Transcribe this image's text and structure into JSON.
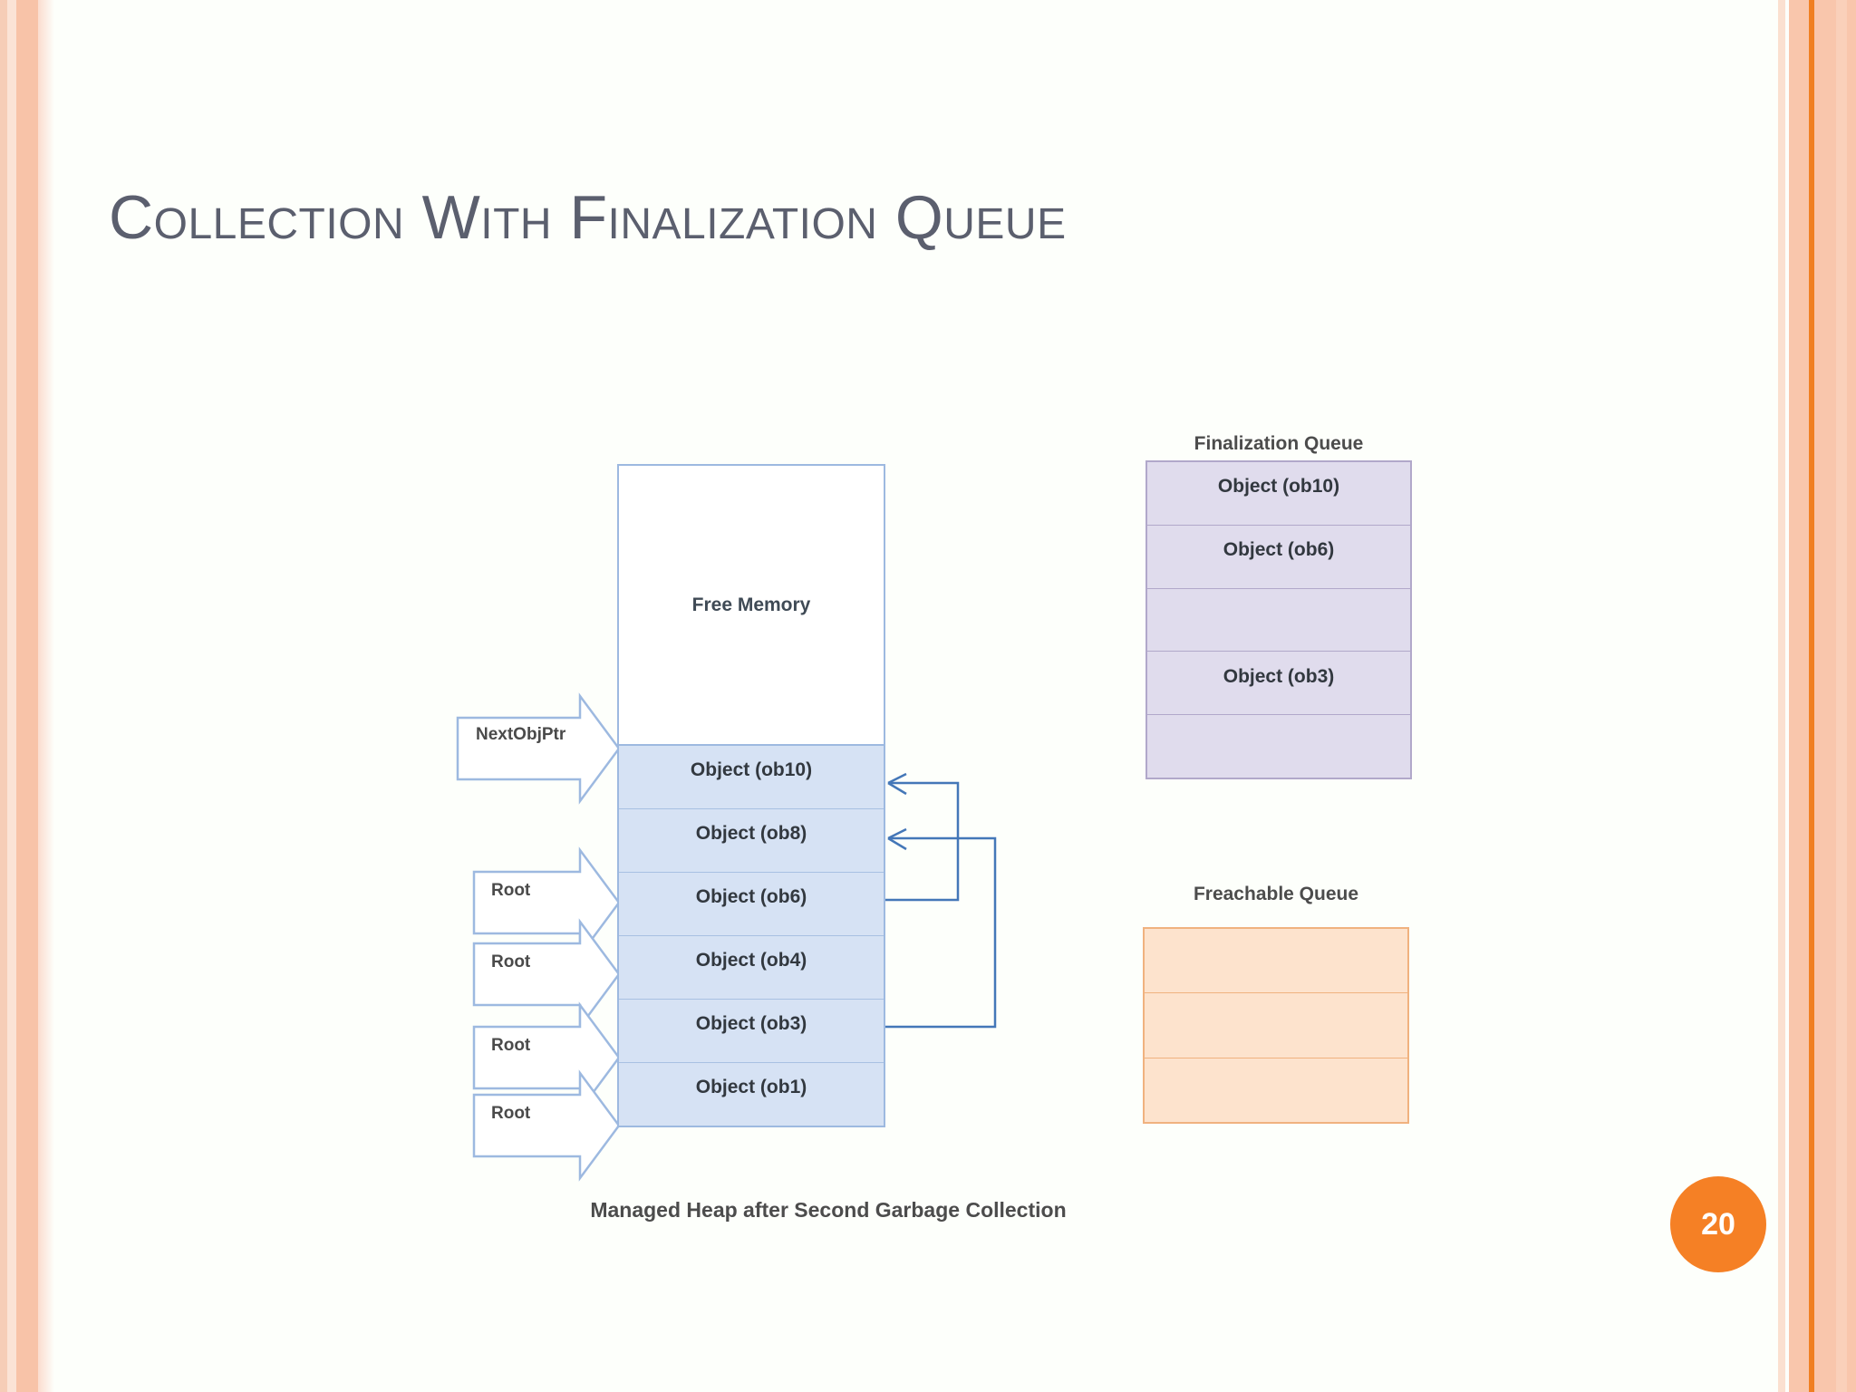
{
  "slide": {
    "title": "Collection With Finalization Queue",
    "page_number": "20",
    "caption": "Managed Heap after Second Garbage Collection",
    "background_color": "#fdfffb",
    "title_color": "#5b5f6e",
    "badge_color": "#f58025"
  },
  "heap": {
    "free_memory_label": "Free Memory",
    "objects": [
      {
        "label": "Object (ob10)"
      },
      {
        "label": "Object (ob8)"
      },
      {
        "label": "Object (ob6)"
      },
      {
        "label": "Object (ob4)"
      },
      {
        "label": "Object (ob3)"
      },
      {
        "label": "Object (ob1)"
      }
    ],
    "fill_color": "#d6e2f4",
    "border_color": "#9db9e0"
  },
  "pointers": [
    {
      "label": "NextObjPtr"
    },
    {
      "label": "Root"
    },
    {
      "label": "Root"
    },
    {
      "label": "Root"
    },
    {
      "label": "Root"
    }
  ],
  "finalization_queue": {
    "title": "Finalization Queue",
    "fill_color": "#e0dced",
    "border_color": "#b1a8ca",
    "cells": [
      {
        "label": "Object (ob10)"
      },
      {
        "label": "Object (ob6)"
      },
      {
        "label": ""
      },
      {
        "label": "Object (ob3)"
      },
      {
        "label": ""
      }
    ]
  },
  "freachable_queue": {
    "title": "Freachable Queue",
    "fill_color": "#fde3cd",
    "border_color": "#f0b27f",
    "cells": [
      {
        "label": ""
      },
      {
        "label": ""
      },
      {
        "label": ""
      }
    ]
  }
}
